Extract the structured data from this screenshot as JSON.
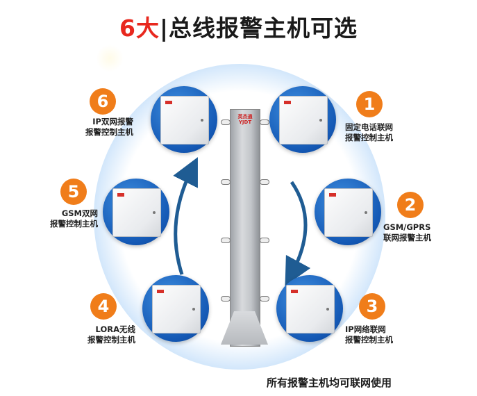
{
  "header": {
    "title_red": "6大",
    "title_rest": "|总线报警主机可选"
  },
  "pole": {
    "brand_cn": "英杰通",
    "brand_en": "YJDT"
  },
  "items": [
    {
      "number": "1",
      "label_line1": "固定电话联网",
      "label_line2": "报警控制主机"
    },
    {
      "number": "2",
      "label_line1": "GSM/GPRS",
      "label_line2": "联网报警主机"
    },
    {
      "number": "3",
      "label_line1": "IP网络联网",
      "label_line2": "报警控制主机"
    },
    {
      "number": "4",
      "label_line1": "LORA无线",
      "label_line2": "报警控制主机"
    },
    {
      "number": "5",
      "label_line1": "GSM双网",
      "label_line2": "报警控制主机"
    },
    {
      "number": "6",
      "label_line1": "IP双网报警",
      "label_line2": "报警控制主机"
    }
  ],
  "footer": {
    "note": "所有报警主机均可联网使用"
  },
  "colors": {
    "accent_orange": "#f07d1a",
    "title_red": "#e8281e",
    "node_blue": "#1458b4"
  }
}
